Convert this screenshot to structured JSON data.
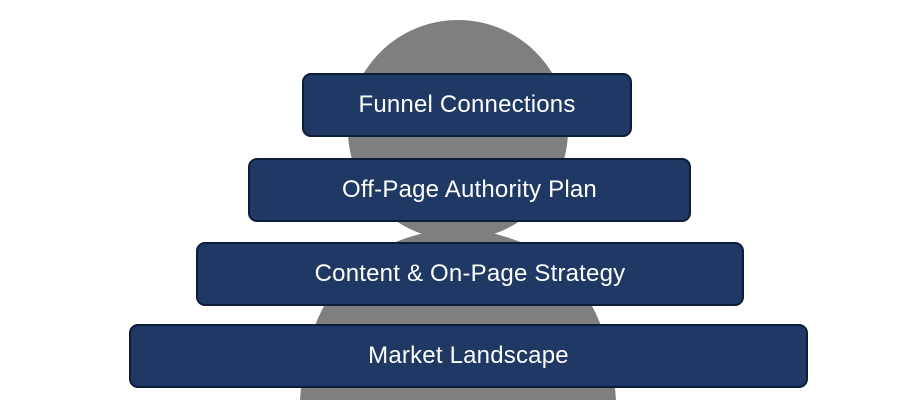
{
  "diagram": {
    "colors": {
      "layer_fill": "#1f3864",
      "layer_border": "#0e1c3c",
      "layer_text": "#ffffff",
      "person_silhouette": "#7f7f7f",
      "background": "#ffffff"
    },
    "icons": [
      "person-silhouette-icon"
    ],
    "layers": [
      {
        "label": "Funnel Connections"
      },
      {
        "label": "Off-Page Authority Plan"
      },
      {
        "label": "Content & On-Page Strategy"
      },
      {
        "label": "Market Landscape"
      }
    ]
  }
}
